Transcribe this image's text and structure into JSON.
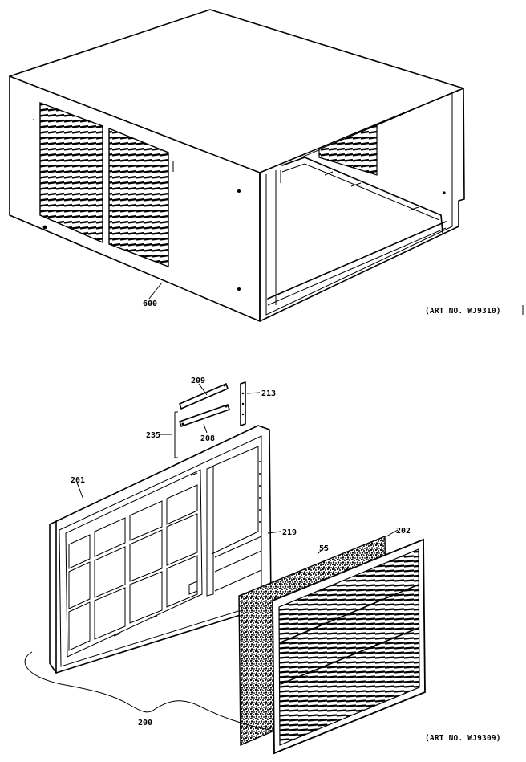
{
  "figure_top": {
    "part_labels": {
      "p600": "600"
    },
    "art_no": "(ART NO. WJ9310)"
  },
  "figure_bottom": {
    "part_labels": {
      "p209": "209",
      "p213": "213",
      "p235": "235",
      "p208": "208",
      "p201": "201",
      "p219": "219",
      "p55": "55",
      "p202": "202",
      "p200": "200"
    },
    "art_no": "(ART NO. WJ9309)"
  }
}
